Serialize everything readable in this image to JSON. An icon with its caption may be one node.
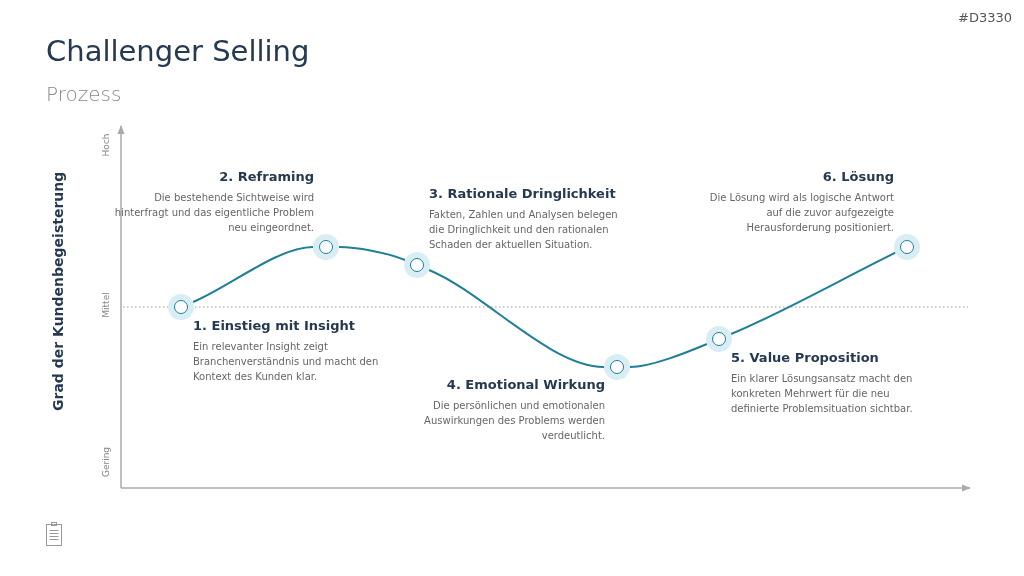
{
  "diagram": {
    "title": "Challenger Selling",
    "nodes": [
      {
        "text": [],
        "shape": "circle",
        "beside": [
          "1. Einstieg mit Insight",
          "Ein relevanter Insight zeigt Branchenverständnis und macht den Kontext des Kunden klar."
        ]
      },
      {
        "text": [],
        "shape": "circle",
        "beside": [
          "2. Reframing",
          "Die bestehende Sichtweise wird hinterfragt und das eigentliche Problem neu eingeordnet."
        ]
      },
      {
        "text": [],
        "shape": "circle",
        "beside": [
          "3. Rationale Dringlichkeit",
          "Fakten, Zahlen und Analysen belegen die Dringlichkeit und den rationalen Schaden der aktuellen Situation."
        ]
      },
      {
        "text": [],
        "shape": "circle",
        "beside": [
          "4. Emotional Wirkung",
          "Die persönlichen und emotionalen Auswirkungen des Problems werden verdeutlicht."
        ]
      },
      {
        "text": [],
        "shape": "circle",
        "beside": [
          "5. Value Proposition",
          "Ein klarer Lösungsansatz macht den konkreten Mehrwert für die neu definierte Problemsituation sichtbar."
        ]
      },
      {
        "text": [],
        "shape": "circle",
        "beside": [
          "6. Lösung",
          "Die Lösung wird als logische Antwort auf die zuvor aufgezeigte Herausforderung positioniert."
        ]
      }
    ],
    "edges": [
      {
        "from": 0,
        "to": 1,
        "arrow": "none"
      },
      {
        "from": 1,
        "to": 2,
        "arrow": "none"
      },
      {
        "from": 2,
        "to": 3,
        "arrow": "none"
      },
      {
        "from": 3,
        "to": 4,
        "arrow": "none"
      },
      {
        "from": 4,
        "to": 5,
        "arrow": "none"
      }
    ],
    "labels": [
      "#D3330",
      "Prozess",
      "Hoch",
      "Mittel",
      "Gering",
      "Grad der Kundenbegeisterung"
    ]
  }
}
